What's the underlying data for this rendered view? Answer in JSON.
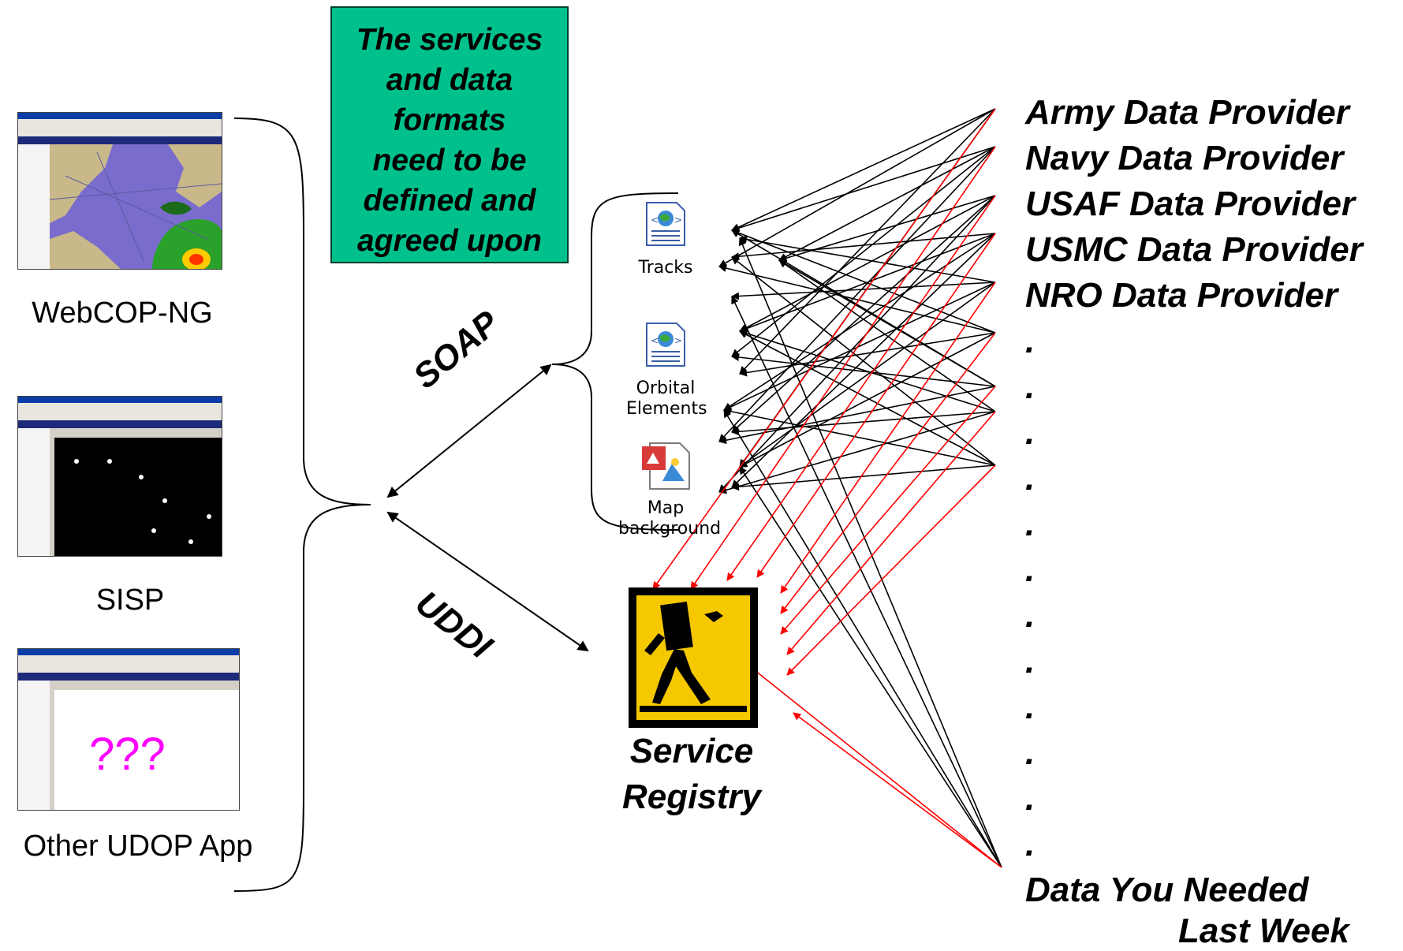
{
  "callout": {
    "lines": [
      "The services",
      "and data",
      "formats",
      "need to be",
      "defined and",
      "agreed upon"
    ],
    "bg_color": "#00c08c"
  },
  "apps": [
    {
      "label": "WebCOP-NG",
      "screen": "map"
    },
    {
      "label": "SISP",
      "screen": "starfield"
    },
    {
      "label": "Other UDOP App",
      "screen": "unknown",
      "overlay_text": "???",
      "overlay_color": "#ff00ff"
    }
  ],
  "protocols": {
    "soap": "SOAP",
    "uddi": "UDDI"
  },
  "services": [
    {
      "label": "Tracks",
      "icon": "web-document-icon"
    },
    {
      "label": "Orbital Elements",
      "icon": "web-document-icon"
    },
    {
      "label": "Map background",
      "icon": "image-document-icon"
    }
  ],
  "registry": {
    "line1": "Service",
    "line2": "Registry",
    "icon": "yellow-pages-walking-fingers-icon",
    "icon_bg": "#f5c800"
  },
  "providers": [
    "Army Data Provider",
    "Navy Data Provider",
    "USAF Data Provider",
    "USMC Data Provider",
    "NRO Data Provider"
  ],
  "ellipsis_dot": ".",
  "last_provider": {
    "line1": "Data You Needed",
    "line2": "Last Week"
  },
  "colors": {
    "registration_arrows": "#ff0000",
    "service_arrows": "#000000"
  }
}
